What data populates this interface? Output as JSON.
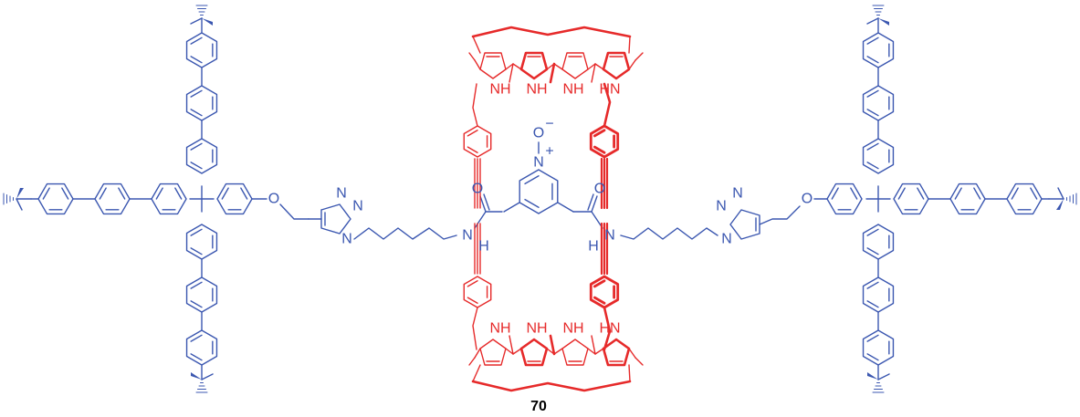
{
  "colors": {
    "axle": "#3b57b0",
    "macrocycle": "#e62a2a",
    "caption": "#000000"
  },
  "compound_label": "70",
  "atom_labels": {
    "ether_oxygen": "O",
    "triazole_n": "N",
    "pyridine_n_plus": "N",
    "plus_sign": "+",
    "n_oxide_o_minus": "O",
    "minus_sign": "−",
    "carbonyl_o": "O",
    "amide_nh_left": "N",
    "amide_h_left": "H",
    "amide_nh_right": "N",
    "amide_h_right": "H",
    "pyrrole_nh": "NH",
    "pyrrole_hn": "HN"
  }
}
